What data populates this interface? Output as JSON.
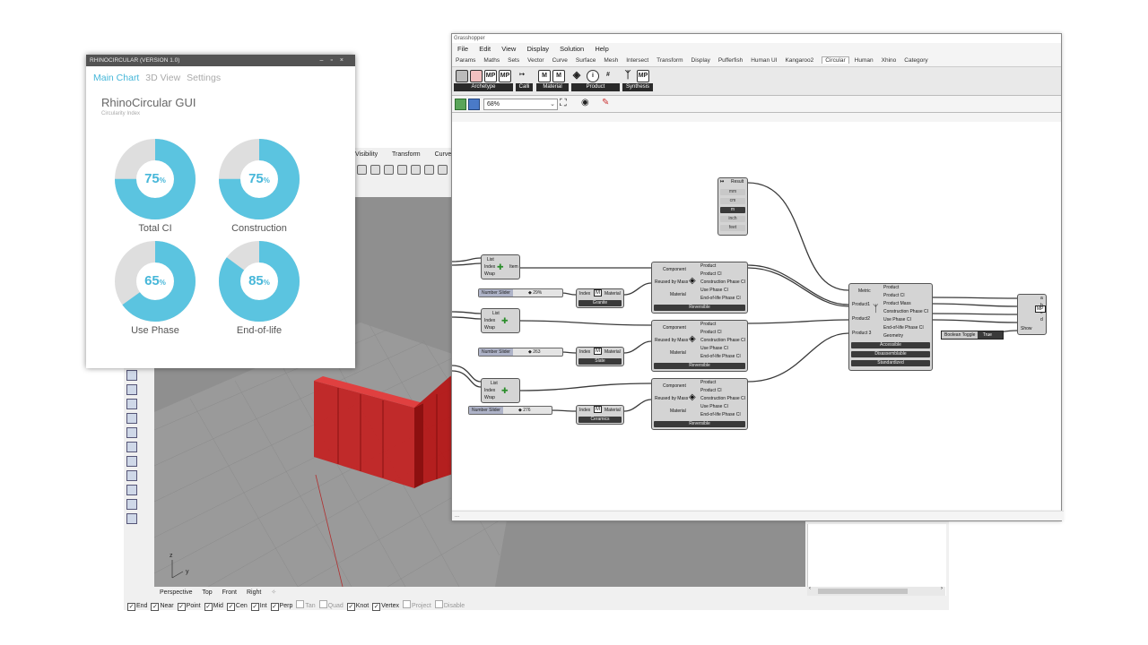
{
  "rhino": {
    "ribbon_tabs": [
      "Visibility",
      "Transform",
      "Curve T"
    ],
    "view_tabs": [
      "Perspective",
      "Top",
      "Front",
      "Right"
    ],
    "osnaps": [
      {
        "label": "End",
        "on": true
      },
      {
        "label": "Near",
        "on": true
      },
      {
        "label": "Point",
        "on": true
      },
      {
        "label": "Mid",
        "on": true
      },
      {
        "label": "Cen",
        "on": true
      },
      {
        "label": "Int",
        "on": true
      },
      {
        "label": "Perp",
        "on": true
      },
      {
        "label": "Tan",
        "on": false
      },
      {
        "label": "Quad",
        "on": false
      },
      {
        "label": "Knot",
        "on": true
      },
      {
        "label": "Vertex",
        "on": true
      },
      {
        "label": "Project",
        "on": false
      },
      {
        "label": "Disable",
        "on": false
      }
    ],
    "axis": {
      "z": "z",
      "y": "y"
    }
  },
  "grasshopper": {
    "title": "Grasshopper",
    "menu": [
      "File",
      "Edit",
      "View",
      "Display",
      "Solution",
      "Help"
    ],
    "tabs": [
      "Params",
      "Maths",
      "Sets",
      "Vector",
      "Curve",
      "Surface",
      "Mesh",
      "Intersect",
      "Transform",
      "Display",
      "Pufferfish",
      "Human UI",
      "Kangaroo2",
      "Circular",
      "Human",
      "Xhino",
      "Category"
    ],
    "active_tab": "Circular",
    "ribbon_groups": [
      "Archetype",
      "Calli",
      "Material",
      "Product",
      "Synthesis"
    ],
    "ribbon_icons": [
      "MP",
      "MP",
      "M",
      "M",
      "#",
      "MP"
    ],
    "zoom": "68%",
    "status": "...",
    "canvas": {
      "value_list": [
        "Result",
        "mm",
        "cm",
        "m",
        "inch",
        "feet"
      ],
      "list_items": [
        {
          "inputs": [
            "List",
            "Index",
            "Wrap"
          ],
          "output": "Item"
        },
        {
          "inputs": [
            "List",
            "Index",
            "Wrap"
          ],
          "output": ""
        },
        {
          "inputs": [
            "List",
            "Index",
            "Wrap"
          ],
          "output": ""
        }
      ],
      "sliders": [
        {
          "name": "Number Slider",
          "value": "29%"
        },
        {
          "name": "Number Slider",
          "value": "263"
        },
        {
          "name": "Number Slider",
          "value": "276"
        }
      ],
      "materials": [
        {
          "inputs": "Index",
          "output": "Material",
          "bar": "Granite"
        },
        {
          "inputs": "Index",
          "output": "Material",
          "bar": "Slate"
        },
        {
          "inputs": "Index",
          "output": "Material",
          "bar": "Ceramics"
        }
      ],
      "products": [
        {
          "inputs": [
            "Component",
            "Reused by Mass",
            "Material"
          ],
          "outputs": [
            "Product",
            "Product CI",
            "Construction Phase CI",
            "Use Phase CI",
            "End-of-life Phase CI"
          ],
          "bar": "Reversible"
        },
        {
          "inputs": [
            "Component",
            "Reused by Mass",
            "Material"
          ],
          "outputs": [
            "Product",
            "Product CI",
            "Construction Phase CI",
            "Use Phase CI",
            "End-of-life Phase CI"
          ],
          "bar": "Reversible"
        },
        {
          "inputs": [
            "Component",
            "Reused by Mass",
            "Material"
          ],
          "outputs": [
            "Product",
            "Product CI",
            "Construction Phase CI",
            "Use Phase CI",
            "End-of-life Phase CI"
          ],
          "bar": "Reversible"
        }
      ],
      "synthesis": {
        "inputs": [
          "Metric",
          "Product1",
          "Product2",
          "Product 3"
        ],
        "outputs": [
          "Product",
          "Product CI",
          "Product Mass",
          "Construction Phase CI",
          "Use Phase CI",
          "End-of-life Phase CI",
          "Geometry"
        ],
        "bars": [
          "Accessible",
          "Disassemblable",
          "Standardized"
        ]
      },
      "toggle": {
        "name": "Boolean Toggle",
        "value": "True"
      },
      "mp_inputs": [
        "a",
        "b",
        "c",
        "d"
      ],
      "mp_output": "Show",
      "mp_label": "MP"
    }
  },
  "rhinocircular": {
    "title": "RHINOCIRCULAR (VERSION 1.0)",
    "nav": [
      "Main Chart",
      "3D View",
      "Settings"
    ],
    "active_nav": "Main Chart",
    "heading": "RhinoCircular GUI",
    "subheading": "Circularity Index",
    "accent_color": "#5bc4e0",
    "track_color": "#dedede",
    "gauges": [
      {
        "label": "Total CI",
        "value": 75,
        "unit": "%"
      },
      {
        "label": "Construction",
        "value": 75,
        "unit": "%"
      },
      {
        "label": "Use Phase",
        "value": 65,
        "unit": "%"
      },
      {
        "label": "End-of-life",
        "value": 85,
        "unit": "%"
      }
    ]
  }
}
